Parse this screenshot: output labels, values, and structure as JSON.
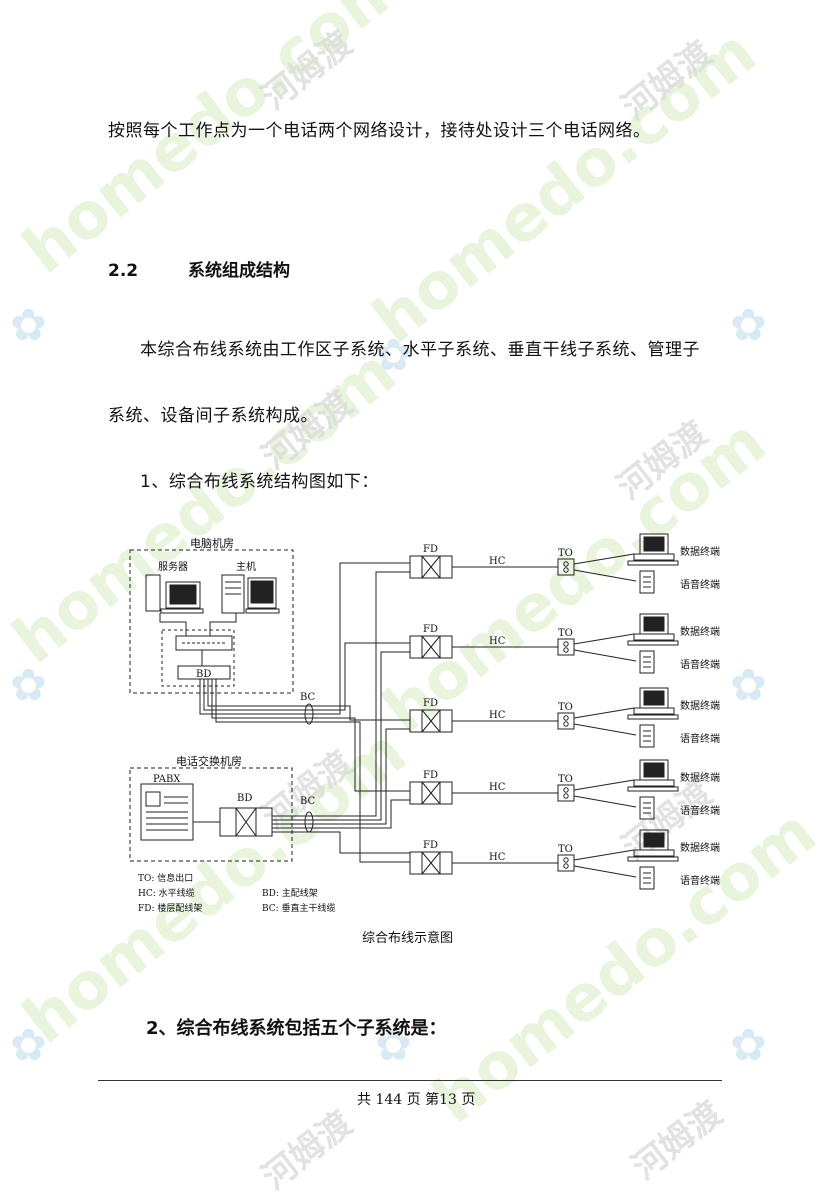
{
  "paragraph1": "按照每个工作点为一个电话两个网络设计，接待处设计三个电话网络。",
  "section": {
    "number": "2.2",
    "title": "系统组成结构"
  },
  "paragraph2_line1": "本综合布线系统由工作区子系统、水平子系统、垂直干线子系统、管理子",
  "paragraph2_line2": "系统、设备间子系统构成。",
  "item1": "1、综合布线系统结构图如下：",
  "diagram": {
    "computer_room": "电脑机房",
    "server": "服务器",
    "host": "主机",
    "bd": "BD",
    "bc": "BC",
    "phone_room": "电话交换机房",
    "pabx": "PABX",
    "fd": "FD",
    "hc": "HC",
    "to": "TO",
    "data_terminal": "数据终端",
    "voice_terminal": "语音终端",
    "legend": {
      "to": "TO: 信息出口",
      "hc": "HC: 水平线缆",
      "fd": "FD: 楼层配线架",
      "bd": "BD: 主配线架",
      "bc": "BC: 垂直主干线缆"
    },
    "caption": "综合布线示意图"
  },
  "item2": "2、综合布线系统包括五个子系统是：",
  "footer": "共 144 页  第13 页",
  "watermarks": {
    "domain": "homedo.com",
    "cn": "河姆渡"
  },
  "colors": {
    "watermark_green": "#dff0cc",
    "watermark_blue": "#cfe7f2"
  }
}
